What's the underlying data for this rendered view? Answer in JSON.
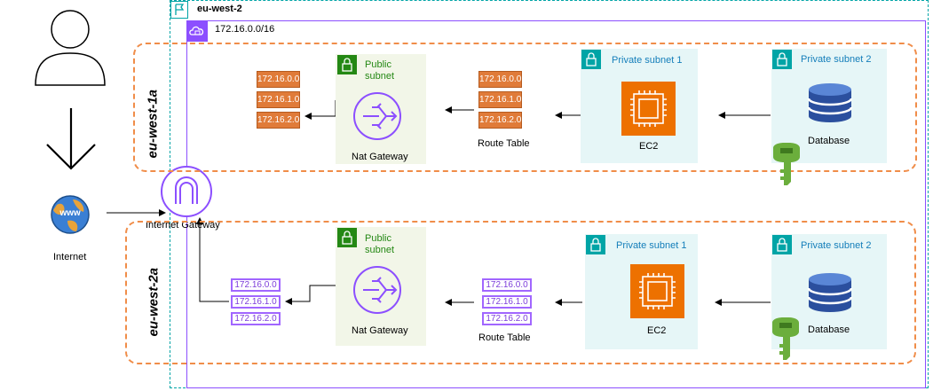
{
  "region": {
    "label": "eu-west-2"
  },
  "vpc": {
    "cidr": "172.16.0.0/16"
  },
  "internet": {
    "label": "Internet",
    "globe_text": "www"
  },
  "igw": {
    "label": "Internet Gateway"
  },
  "azs": [
    {
      "label": "eu-west-1a",
      "public_subnet": "Public\nsubnet",
      "nat_label": "Nat Gateway",
      "routes_nat": [
        "172.16.0.0",
        "172.16.1.0",
        "172.16.2.0"
      ],
      "routes_table": [
        "172.16.0.0",
        "172.16.1.0",
        "172.16.2.0"
      ],
      "route_table_label": "Route Table",
      "private1": "Private subnet 1",
      "ec2_label": "EC2",
      "private2": "Private subnet 2",
      "db_label": "Database"
    },
    {
      "label": "eu-west-2a",
      "public_subnet": "Public\nsubnet",
      "nat_label": "Nat Gateway",
      "routes_nat": [
        "172.16.0.0",
        "172.16.1.0",
        "172.16.2.0"
      ],
      "routes_table": [
        "172.16.0.0",
        "172.16.1.0",
        "172.16.2.0"
      ],
      "route_table_label": "Route Table",
      "private1": "Private subnet 1",
      "ec2_label": "EC2",
      "private2": "Private subnet 2",
      "db_label": "Database"
    }
  ],
  "colors": {
    "region_border": "#00a4a6",
    "vpc_border": "#8c4fff",
    "az_border": "#f08d49",
    "public_subnet": "#248814",
    "private_subnet": "#147eba",
    "nat_gateway": "#8c4fff",
    "ec2": "#ed7100",
    "database": "#2b4f9e",
    "key": "#6bae3c"
  }
}
